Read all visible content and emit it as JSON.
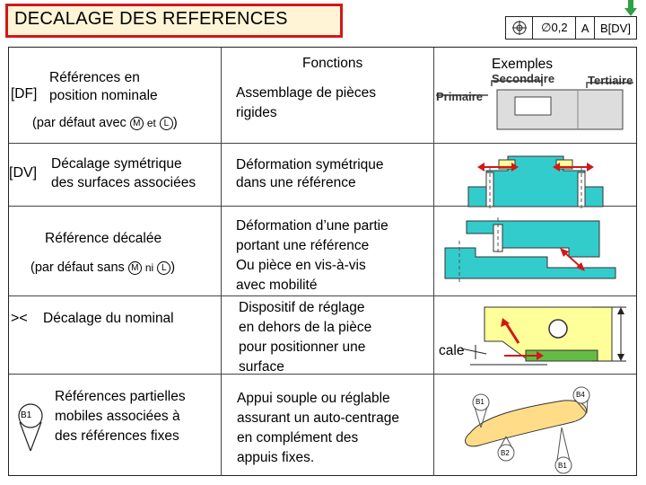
{
  "title": "DECALAGE DES REFERENCES",
  "frame": {
    "symbol_icon": "position-symbol-icon",
    "tolerance": "∅0,2",
    "datum_a": "A",
    "datum_b": "B[DV]"
  },
  "headers": {
    "fonctions": "Fonctions",
    "exemples": "Exemples"
  },
  "rows": [
    {
      "code": "[DF]",
      "label_line1": "Références en",
      "label_line2": "position nominale",
      "note_prefix": "(par défaut avec",
      "note_m": "M",
      "note_mid": "et",
      "note_l": "L",
      "note_suffix": ")",
      "fonction": "Assemblage de pièces rigides",
      "example_labels": {
        "primaire": "Primaire",
        "secondaire": "Secondaire",
        "tertiaire": "Tertiaire"
      }
    },
    {
      "code": "[DV]",
      "label_line1": "Décalage symétrique",
      "label_line2": "des surfaces associées",
      "fonction_line1": "Déformation symétrique",
      "fonction_line2": "dans une référence"
    },
    {
      "label": "Référence décalée",
      "note_prefix": "(par défaut sans",
      "note_m": "M",
      "note_mid": "ni",
      "note_l": "L",
      "note_suffix": ")",
      "fonction_lines": [
        "Déformation d’une partie",
        "portant une référence",
        "Ou pièce en vis-à-vis",
        "avec mobilité"
      ]
    },
    {
      "symbol": "><",
      "label": "Décalage du nominal",
      "fonction_lines": [
        "Dispositif de réglage",
        "en dehors de la pièce",
        "pour positionner une",
        "surface"
      ],
      "example_label": "cale"
    },
    {
      "badge": "B1",
      "label_lines": [
        "Références partielles",
        "mobiles associées à",
        "des références fixes"
      ],
      "fonction_lines": [
        "Appui souple ou réglable",
        "assurant un auto-centrage",
        "en complément des",
        "appuis fixes."
      ],
      "example_badges": [
        "B1",
        "B4",
        "B2",
        "B1"
      ]
    }
  ],
  "colors": {
    "accent_red": "#d21818",
    "cyan": "#33cccc",
    "yellow": "#ffff99",
    "green": "#2ea043"
  }
}
